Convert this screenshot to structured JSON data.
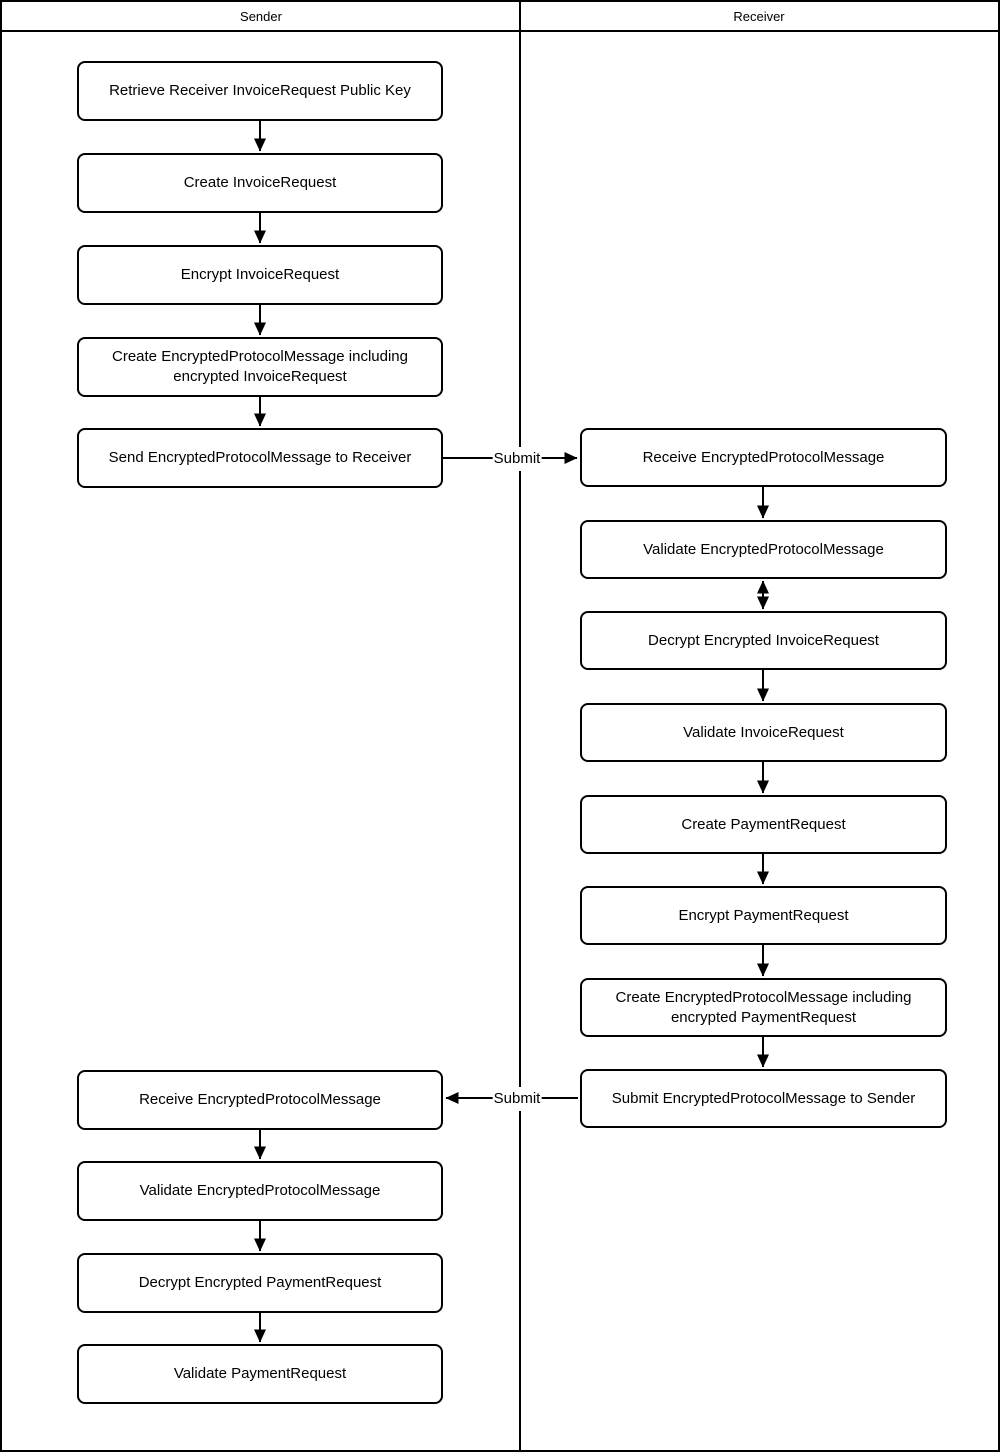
{
  "header": {
    "sender": "Sender",
    "receiver": "Receiver"
  },
  "connectors": {
    "submit_to_receiver": "Submit",
    "submit_to_sender": "Submit"
  },
  "colors": {
    "line": "#000000",
    "background": "#ffffff",
    "text": "#000000"
  },
  "sender_boxes": [
    "Retrieve Receiver InvoiceRequest Public Key",
    "Create InvoiceRequest",
    "Encrypt InvoiceRequest",
    "Create EncryptedProtocolMessage including encrypted InvoiceRequest",
    "Send EncryptedProtocolMessage to Receiver",
    "Receive EncryptedProtocolMessage",
    "Validate EncryptedProtocolMessage",
    "Decrypt Encrypted PaymentRequest",
    "Validate PaymentRequest"
  ],
  "receiver_boxes": [
    "Receive EncryptedProtocolMessage",
    "Validate EncryptedProtocolMessage",
    "Decrypt Encrypted InvoiceRequest",
    "Validate InvoiceRequest",
    "Create PaymentRequest",
    "Encrypt PaymentRequest",
    "Create EncryptedProtocolMessage including encrypted PaymentRequest",
    "Submit EncryptedProtocolMessage to Sender"
  ]
}
